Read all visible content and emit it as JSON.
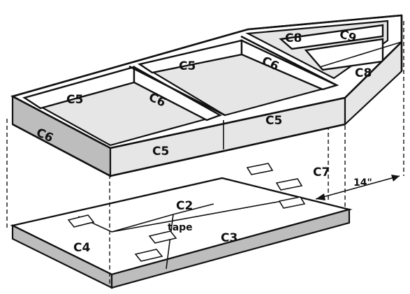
{
  "labels": {
    "c2": "C2",
    "c3": "C3",
    "c4": "C4",
    "c5a": "C5",
    "c5b": "C5",
    "c5c": "C5",
    "c5d": "C5",
    "c6a": "C6",
    "c6b": "C6",
    "c6c": "C6",
    "c7": "C7",
    "c8a": "C8",
    "c8b": "C8",
    "c9": "C9",
    "tape": "tape",
    "dimension": "14\""
  }
}
